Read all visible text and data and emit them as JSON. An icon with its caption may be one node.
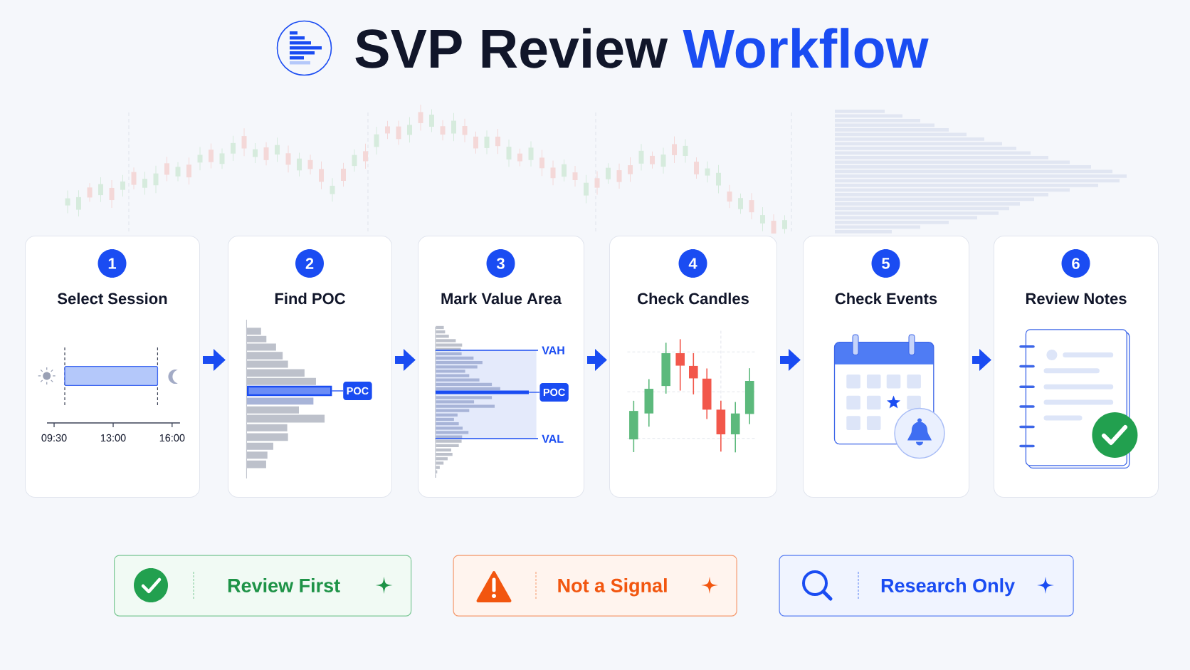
{
  "diagram": {
    "title": "SVP Review Workflow",
    "nodes": [
      {
        "text": [
          "Select Session"
        ]
      },
      {
        "text": [
          "1"
        ],
        "in": 0
      },
      {
        "text": [
          "Find POC"
        ]
      },
      {
        "text": [
          "2"
        ],
        "in": 2
      },
      {
        "text": [
          "POC"
        ],
        "in": 2
      },
      {
        "text": [],
        "shape": "bar",
        "in": 2
      },
      {
        "text": [
          "Mark Value Area"
        ]
      },
      {
        "text": [
          "3"
        ],
        "in": 6
      },
      {
        "text": [
          "POC"
        ],
        "in": 6
      },
      {
        "text": [],
        "shape": "bar",
        "in": 6
      },
      {
        "text": [
          "Check Candles"
        ]
      },
      {
        "text": [
          "4"
        ],
        "in": 10
      },
      {
        "text": [
          "Check Events"
        ]
      },
      {
        "text": [
          "5"
        ],
        "in": 12
      },
      {
        "text": [
          "Review Notes"
        ]
      },
      {
        "text": [
          "6"
        ],
        "in": 14
      },
      {
        "text": [
          "Review First"
        ]
      },
      {
        "text": [
          "Not a Signal"
        ]
      },
      {
        "text": [
          "Research Only"
        ]
      }
    ],
    "edges": [
      {
        "from": 0,
        "to": 2,
        "arrow": "to"
      },
      {
        "from": 4,
        "to": 5,
        "arrow": "none"
      },
      {
        "from": 2,
        "to": 6,
        "arrow": "to"
      },
      {
        "from": 8,
        "to": 9,
        "arrow": "none"
      },
      {
        "from": 6,
        "to": 10,
        "arrow": "to"
      },
      {
        "from": 10,
        "to": 12,
        "arrow": "to"
      },
      {
        "from": 12,
        "to": 14,
        "arrow": "to"
      }
    ],
    "labels": [
      "09:30",
      "13:00",
      "16:00",
      "VAH",
      "VAL"
    ]
  }
}
